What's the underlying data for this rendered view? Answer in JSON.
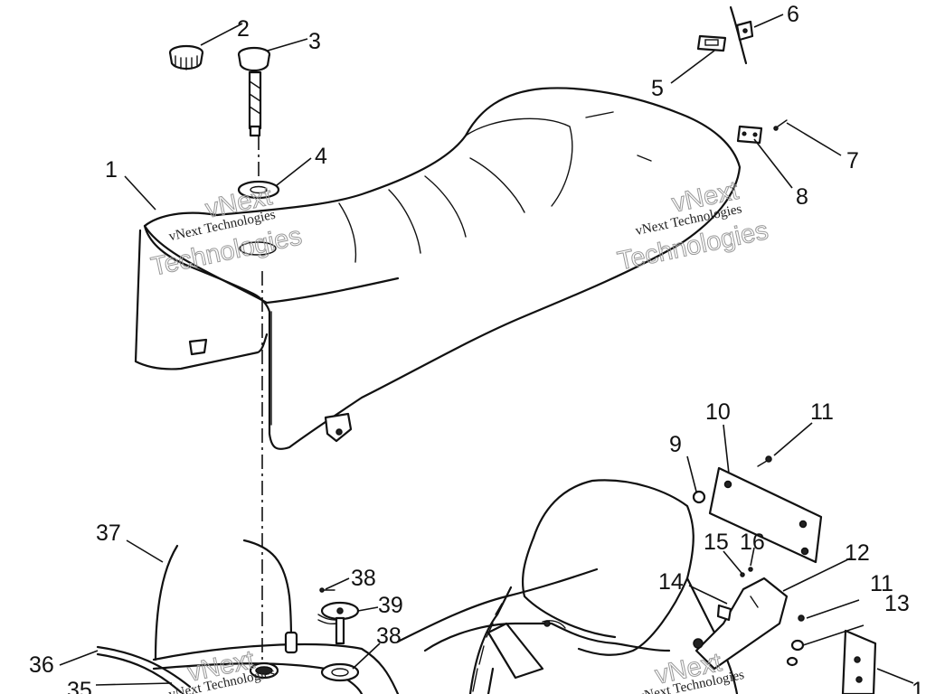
{
  "watermark": {
    "company": "vNext Technologies",
    "outline_word": "Technologies",
    "outline_prefix": "vNext"
  },
  "callouts": [
    "1",
    "2",
    "3",
    "4",
    "5",
    "6",
    "7",
    "8",
    "9",
    "10",
    "11",
    "11",
    "12",
    "13",
    "14",
    "15",
    "16",
    "35",
    "36",
    "37",
    "38",
    "38",
    "39",
    "1"
  ]
}
